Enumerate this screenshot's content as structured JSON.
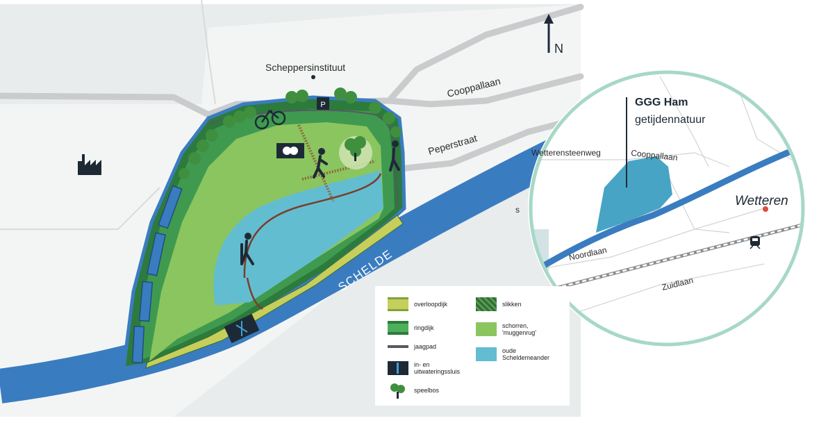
{
  "map": {
    "north_label": "N",
    "river_label": "SCHELDE",
    "places": {
      "institute": "Scheppersinstituut",
      "road_cooppallaan": "Cooppallaan",
      "road_peperstraat": "Peperstraat"
    },
    "parking_label": "P",
    "partial_label": "s"
  },
  "inset": {
    "title": "GGG Ham",
    "subtitle": "getijdennatuur",
    "town": "Wetteren",
    "roads": {
      "wetterensteenweg": "Wetterensteenweg",
      "cooppallaan": "Cooppallaan",
      "noordlaan": "Noordlaan",
      "zuidlaan": "Zuidlaan"
    }
  },
  "legend": {
    "items": [
      {
        "key": "overloopdijk",
        "label": "overloopdijk",
        "color": "#c6cf5c"
      },
      {
        "key": "ringdijk",
        "label": "ringdijk",
        "color": "#3f9a4f"
      },
      {
        "key": "jaagpad",
        "label": "jaagpad",
        "color": "#555a60"
      },
      {
        "key": "sluis",
        "label": "in- en\nuitwateringssluis",
        "color": "#1d2a35"
      },
      {
        "key": "speelbos",
        "label": "speelbos",
        "color": "#3f8f3f"
      },
      {
        "key": "slikken",
        "label": "slikken",
        "color": "#2f6e3a"
      },
      {
        "key": "schorren",
        "label": "schorren,\n'muggenrug'",
        "color": "#8bc55f"
      },
      {
        "key": "oude",
        "label": "oude\nScheldemeander",
        "color": "#63bdd0"
      }
    ]
  },
  "colors": {
    "background": "#e8ecec",
    "river": "#3a7cc0",
    "road": "#c9cbcd",
    "schorren": "#8bc55f",
    "meander": "#63bdd0",
    "dike": "#3f9a4f",
    "overloopdijk": "#c6cf5c",
    "inset_border": "#a7d8c6",
    "inset_water": "#47a4c4",
    "town_dot": "#e04a3c"
  }
}
